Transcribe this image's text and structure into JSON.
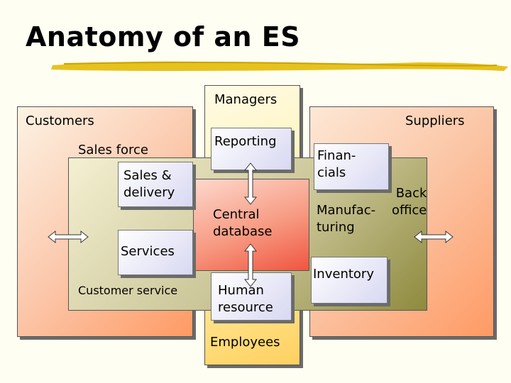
{
  "title": "Anatomy of an ES",
  "labels": {
    "customers": "Customers",
    "suppliers": "Suppliers",
    "managers": "Managers",
    "sales_force": "Sales force",
    "sales_delivery": "Sales &\ndelivery",
    "services": "Services",
    "customer_service": "Customer service",
    "reporting": "Reporting",
    "central_database": "Central\ndatabase",
    "human_resource": "Human\nresource",
    "employees": "Employees",
    "financials": "Finan-\ncials",
    "back_office": "Back\noffice",
    "manufacturing": "Manufac-\nturing",
    "inventory": "Inventory"
  },
  "colors": {
    "accent_brush": "#e6c21e",
    "customers_zone": "#ffa070",
    "suppliers_zone": "#ffa070",
    "managers_zone": "#ffd060",
    "operations_zone": "#8e8a3e",
    "central_database_zone": "#f05540",
    "module_box": "#d8d8f2"
  }
}
